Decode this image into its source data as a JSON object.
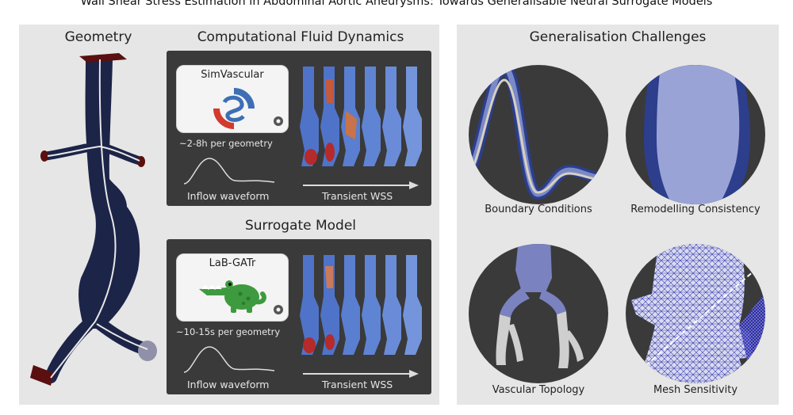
{
  "title": "Wall Shear Stress Estimation in Abdominal Aortic Aneurysms: Towards Generalisable Neural Surrogate Models",
  "left": {
    "geometry_header": "Geometry",
    "cfd_header": "Computational Fluid Dynamics",
    "surrogate_header": "Surrogate Model"
  },
  "cfd": {
    "tool_name": "SimVascular",
    "time": "~2-8h per geometry",
    "waveform_label": "Inflow waveform",
    "wss_label": "Transient WSS"
  },
  "surrogate": {
    "tool_name": "LaB-GATr",
    "time": "~10-15s per geometry",
    "waveform_label": "Inflow waveform",
    "wss_label": "Transient WSS"
  },
  "challenges": {
    "header": "Generalisation Challenges",
    "items": [
      "Boundary Conditions",
      "Remodelling Consistency",
      "Vascular Topology",
      "Mesh Sensitivity"
    ]
  },
  "colors": {
    "panel_bg": "#e6e6e6",
    "dark_box": "#3a3a3a",
    "vessel_navy": "#1c2448",
    "cap_red": "#5a1010",
    "wss_blue": "#4f73c8",
    "wss_red": "#b52a2a"
  }
}
